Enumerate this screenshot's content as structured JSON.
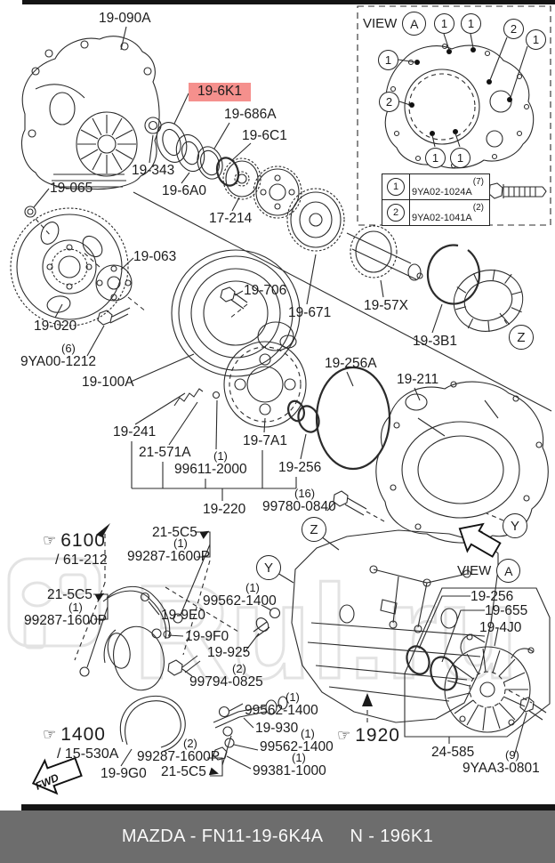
{
  "footer": {
    "left": "MAZDA - FN11-19-6K4A",
    "right": "N - 196K1"
  },
  "watermark": {
    "text": "Rul.ru"
  },
  "icons": {
    "hand": "☞"
  },
  "fwd_label": "FWD",
  "circles": {
    "Y": "Y",
    "Z": "Z"
  },
  "view_inset": {
    "label": "VIEW",
    "letter": "A",
    "callouts": [
      {
        "n": "1"
      },
      {
        "n": "1"
      },
      {
        "n": "2"
      },
      {
        "n": "1"
      },
      {
        "n": "1"
      },
      {
        "n": "2"
      },
      {
        "n": "1"
      },
      {
        "n": "1"
      }
    ],
    "table": {
      "rows": [
        {
          "index": "1",
          "qty": "(7)",
          "part": "9YA02-1024A"
        },
        {
          "index": "2",
          "qty": "(2)",
          "part": "9YA02-1041A"
        }
      ]
    }
  },
  "view_bottom": {
    "label": "VIEW",
    "letter": "A"
  },
  "sections": {
    "s6100": {
      "num": "6100",
      "sub": "/ 61-212"
    },
    "s1400": {
      "num": "1400",
      "sub": "/ 15-530A"
    },
    "s1920": {
      "num": "1920"
    }
  },
  "colors": {
    "highlight": "#f5908d",
    "footer_bg": "#6d6d6d",
    "line": "#2b2b2b"
  },
  "labels": {
    "l19_090A": {
      "text": "19-090A"
    },
    "l19_6K1": {
      "text": "19-6K1",
      "highlighted": true
    },
    "l19_686A": {
      "text": "19-686A"
    },
    "l19_6C1": {
      "text": "19-6C1"
    },
    "l19_343": {
      "text": "19-343"
    },
    "l19_6A0": {
      "text": "19-6A0"
    },
    "l17_214": {
      "text": "17-214"
    },
    "l19_065": {
      "text": "19-065"
    },
    "l19_063": {
      "text": "19-063"
    },
    "l19_020": {
      "text": "19-020"
    },
    "l9YA00_1212": {
      "text": "9YA00-1212",
      "qty": "(6)"
    },
    "l19_100A": {
      "text": "19-100A"
    },
    "l19_706": {
      "text": "19-706"
    },
    "l19_671": {
      "text": "19-671"
    },
    "l19_57X": {
      "text": "19-57X"
    },
    "l19_3B1": {
      "text": "19-3B1"
    },
    "l19_256A": {
      "text": "19-256A"
    },
    "l19_211": {
      "text": "19-211"
    },
    "l19_241": {
      "text": "19-241"
    },
    "l21_571A": {
      "text": "21-571A"
    },
    "l99611_2000": {
      "text": "99611-2000",
      "qty": "(1)"
    },
    "l19_7A1": {
      "text": "19-7A1"
    },
    "l19_256_mid": {
      "text": "19-256"
    },
    "l19_220": {
      "text": "19-220"
    },
    "l99780_0840": {
      "text": "99780-0840",
      "qty": "(16)"
    },
    "l21_5C5_left": {
      "text": "21-5C5"
    },
    "l99287_1600P_left": {
      "text": "99287-1600P",
      "qty": "(1)"
    },
    "l21_5C5_mid": {
      "text": "21-5C5"
    },
    "l99287_1600P_mid": {
      "text": "99287-1600P",
      "qty": "(1)"
    },
    "l19_9E0": {
      "text": "19-9E0"
    },
    "l19_9F0": {
      "text": "19-9F0"
    },
    "l99562_1400_a": {
      "text": "99562-1400",
      "qty": "(1)"
    },
    "l19_925": {
      "text": "19-925"
    },
    "l99794_0825": {
      "text": "99794-0825",
      "qty": "(2)"
    },
    "l19_9G0": {
      "text": "19-9G0"
    },
    "l99287_1600P_bot": {
      "text": "99287-1600P",
      "qty": "(2)"
    },
    "l21_5C5_bot": {
      "text": "21-5C5"
    },
    "l99562_1400_b": {
      "text": "99562-1400",
      "qty": "(1)"
    },
    "l19_930": {
      "text": "19-930"
    },
    "l99562_1400_c": {
      "text": "99562-1400",
      "qty": "(1)"
    },
    "l99381_1000": {
      "text": "99381-1000",
      "qty": "(1)"
    },
    "l19_256_br": {
      "text": "19-256"
    },
    "l19_655": {
      "text": "19-655"
    },
    "l19_4J0": {
      "text": "19-4J0"
    },
    "l24_585": {
      "text": "24-585"
    },
    "l9YAA3_0801": {
      "text": "9YAA3-0801",
      "qty": "(9)"
    }
  }
}
